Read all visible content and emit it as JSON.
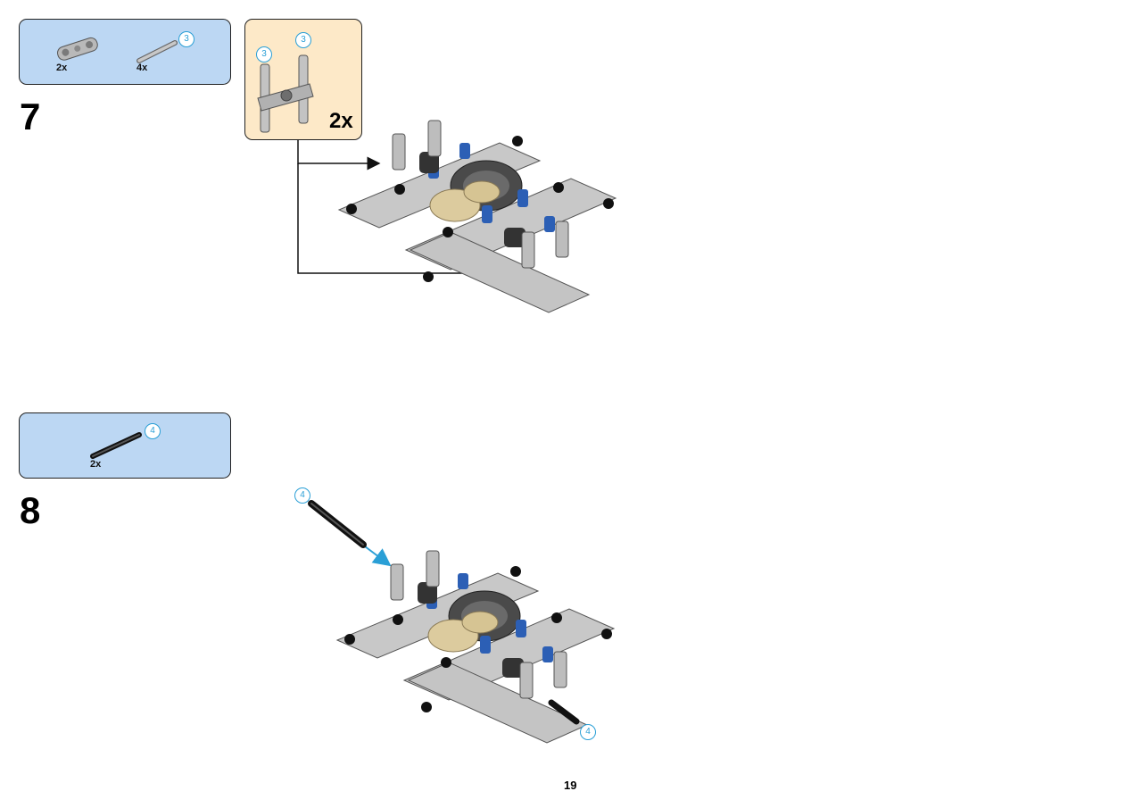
{
  "page": {
    "number": "19"
  },
  "steps": [
    {
      "number": "7",
      "parts": [
        {
          "name": "pin-connector-double-icon",
          "qty": "2x"
        },
        {
          "name": "axle-3-icon",
          "qty": "4x",
          "length": "3"
        }
      ],
      "subassembly": {
        "qty": "2x",
        "axle_lengths": [
          "3",
          "3"
        ]
      }
    },
    {
      "number": "8",
      "parts": [
        {
          "name": "axle-4-icon",
          "qty": "2x",
          "length": "4"
        }
      ],
      "axle_callouts": [
        "4",
        "4"
      ]
    }
  ],
  "colors": {
    "parts_panel": "#bcd7f3",
    "subassembly_panel": "#fde9c8",
    "callout": "#2a9fd6",
    "light_gray": "#c9c9c9",
    "dark_gray": "#4a4a4a",
    "blue_pin": "#2c5fb5",
    "tan_gear": "#dccb9e"
  }
}
